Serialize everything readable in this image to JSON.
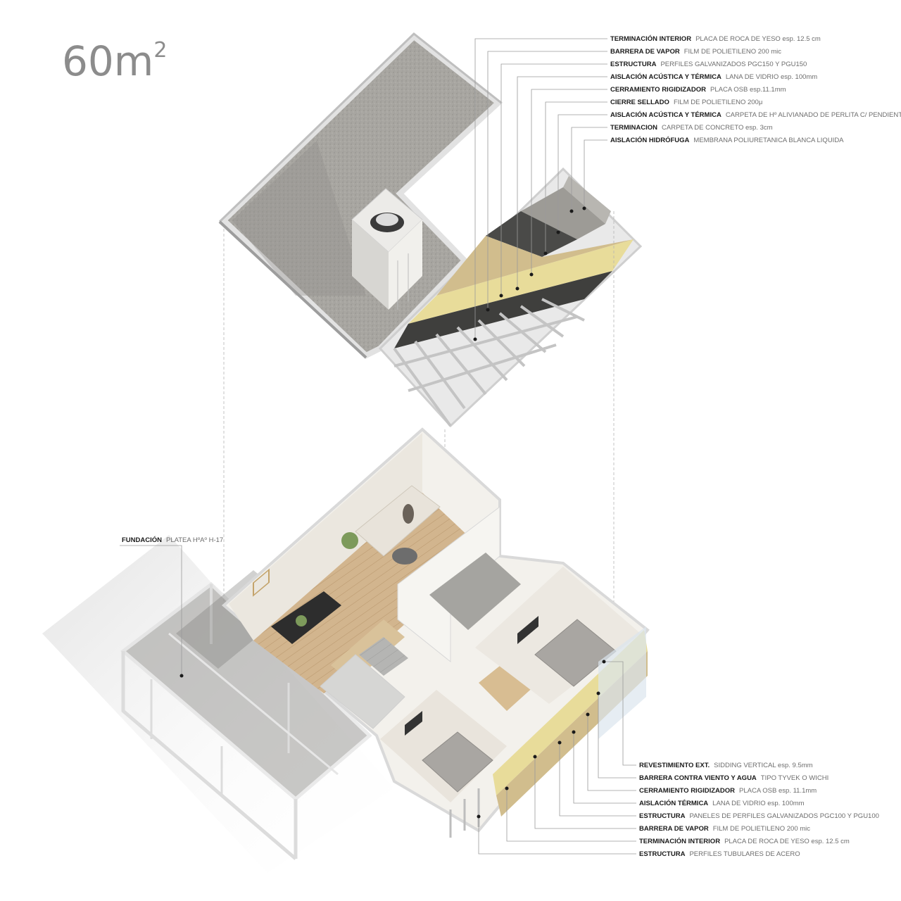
{
  "title": {
    "value": "60m",
    "superscript": "2"
  },
  "roof_legend": [
    {
      "term": "TERMINACIÓN INTERIOR",
      "desc": "PLACA DE ROCA DE YESO esp. 12.5 cm"
    },
    {
      "term": "BARRERA DE VAPOR",
      "desc": "FILM DE POLIETILENO 200 mic"
    },
    {
      "term": "ESTRUCTURA",
      "desc": "PERFILES GALVANIZADOS PGC150 Y PGU150"
    },
    {
      "term": "AISLACIÓN ACÚSTICA Y TÉRMICA",
      "desc": "LANA DE VIDRIO esp. 100mm"
    },
    {
      "term": "CERRAMIENTO RIGIDIZADOR",
      "desc": "PLACA OSB esp.11.1mm"
    },
    {
      "term": "CIERRE SELLADO",
      "desc": "FILM DE POLIETILENO 200μ"
    },
    {
      "term": "AISLACIÓN ACÚSTICA Y TÉRMICA",
      "desc": "CARPETA DE Hº ALIVIANADO DE PERLITA C/ PENDIENTE"
    },
    {
      "term": "TERMINACION",
      "desc": "CARPETA DE CONCRETO esp. 3cm"
    },
    {
      "term": "AISLACIÓN HIDRÓFUGA",
      "desc": "MEMBRANA POLIURETANICA BLANCA LIQUIDA"
    }
  ],
  "foundation_label": {
    "term": "FUNDACIÓN",
    "desc": "PLATEA HºAº H-17"
  },
  "wall_legend": [
    {
      "term": "REVESTIMIENTO EXT.",
      "desc": "SIDDING VERTICAL esp. 9.5mm"
    },
    {
      "term": "BARRERA CONTRA VIENTO Y AGUA",
      "desc": "TIPO TYVEK O WICHI"
    },
    {
      "term": "CERRAMIENTO RIGIDIZADOR",
      "desc": "PLACA OSB esp. 11.1mm"
    },
    {
      "term": "AISLACIÓN TÉRMICA",
      "desc": "LANA DE VIDRIO esp. 100mm"
    },
    {
      "term": "ESTRUCTURA",
      "desc": "PANELES DE PERFILES GALVANIZADOS PGC100 Y PGU100"
    },
    {
      "term": "BARRERA DE VAPOR",
      "desc": "FILM DE POLIETILENO 200 mic"
    },
    {
      "term": "TERMINACIÓN INTERIOR",
      "desc": "PLACA DE ROCA DE YESO esp. 12.5 cm"
    },
    {
      "term": "ESTRUCTURA",
      "desc": "PERFILES TUBULARES DE ACERO"
    }
  ],
  "colors": {
    "title_gray": "#8c8c8c",
    "concrete": "#a9a7a2",
    "frame": "#d9d9d9",
    "insulation_yellow": "#e8dc9a",
    "osb": "#cdb98a",
    "membrane_dark": "#4a4a48",
    "wood_floor": "#c9a77b",
    "wall_white": "#f2f0ec",
    "leader_line": "#9a9a9a"
  }
}
